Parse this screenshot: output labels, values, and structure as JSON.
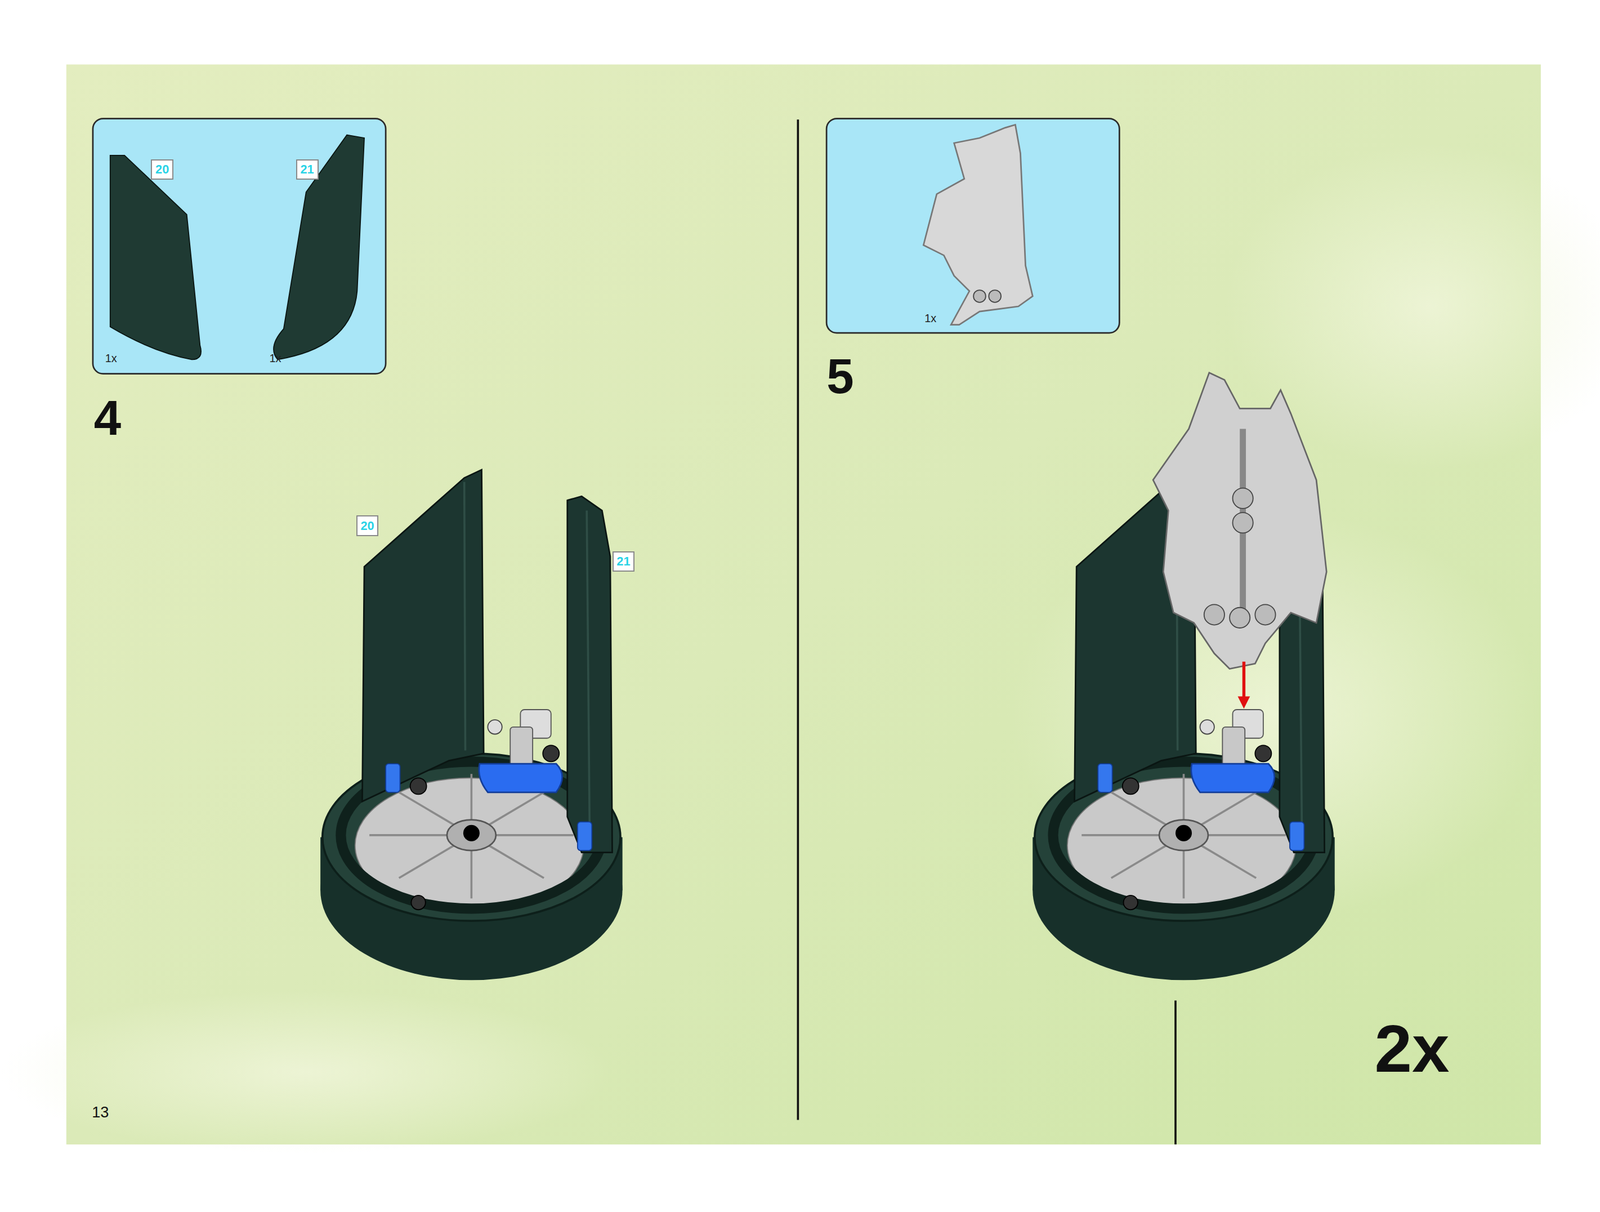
{
  "diagram": {
    "nodes": [
      {
        "text": [
          "1x",
          "1x"
        ]
      },
      {
        "text": [
          "20"
        ],
        "in": 0
      },
      {
        "text": [
          "21"
        ],
        "in": 0
      },
      {
        "text": [
          "20"
        ]
      },
      {
        "text": [
          "21"
        ]
      },
      {
        "text": [
          "1x"
        ]
      }
    ],
    "labels": [
      "4",
      "5",
      "2x",
      "13"
    ]
  }
}
